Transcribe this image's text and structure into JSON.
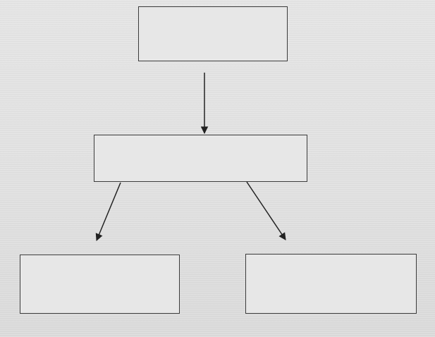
{
  "diagram": {
    "nodes": [
      {
        "id": "top",
        "label": ""
      },
      {
        "id": "middle",
        "label": ""
      },
      {
        "id": "left",
        "label": ""
      },
      {
        "id": "right",
        "label": ""
      }
    ],
    "edges": [
      {
        "from": "top",
        "to": "middle"
      },
      {
        "from": "middle",
        "to": "left"
      },
      {
        "from": "middle",
        "to": "right"
      }
    ],
    "colors": {
      "line": "#222222",
      "box_border": "#3b3b3b",
      "box_fill": "#e7e7e7",
      "background": "#e3e3e3"
    }
  }
}
